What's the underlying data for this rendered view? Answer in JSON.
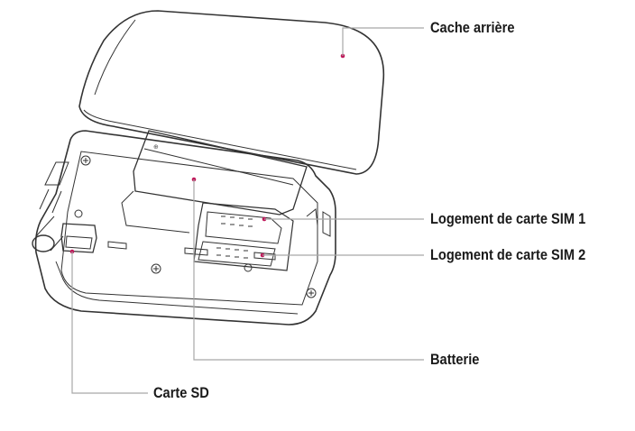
{
  "labels": {
    "back_cover": "Cache arrière",
    "sim1_slot": "Logement de carte SIM 1",
    "sim2_slot": "Logement de carte SIM 2",
    "battery": "Batterie",
    "sd_card": "Carte SD"
  },
  "colors": {
    "callout_dot": "#c0185a",
    "outline": "#333333",
    "leader": "#a8a8a8"
  }
}
